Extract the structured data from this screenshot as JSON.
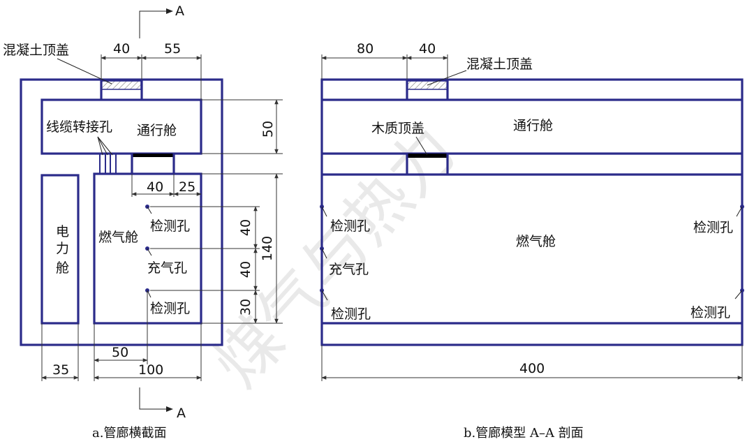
{
  "cross_section": {
    "section_mark": "A",
    "labels": {
      "concrete_cover": "混凝土顶盖",
      "cable_hole": "线缆转接孔",
      "passage_cabin": "通行舱",
      "power_cabin": "电力舱",
      "gas_cabin": "燃气舱",
      "detect_hole_1": "检测孔",
      "inflate_hole": "充气孔",
      "detect_hole_2": "检测孔"
    },
    "dims": {
      "top_40": "40",
      "top_55": "55",
      "right_50": "50",
      "mid_40": "40",
      "mid_25": "25",
      "v_40a": "40",
      "v_40b": "40",
      "v_30": "30",
      "v_140": "140",
      "b_50": "50",
      "b_35": "35",
      "b_100": "100"
    },
    "caption": "a.管廊横截面"
  },
  "section_aa": {
    "labels": {
      "concrete_cover": "混凝土顶盖",
      "passage_cabin": "通行舱",
      "wood_cover": "木质顶盖",
      "gas_cabin": "燃气舱",
      "detect_left_top": "检测孔",
      "inflate_left": "充气孔",
      "detect_left_bottom": "检测孔",
      "detect_right_top": "检测孔",
      "detect_right_bottom": "检测孔"
    },
    "dims": {
      "top_80": "80",
      "top_40": "40",
      "bottom_400": "400"
    },
    "caption": "b.管廊模型 A–A 剖面"
  },
  "watermark": "煤气与热力",
  "colors": {
    "wall": "#2b2b8a",
    "line": "#333333"
  }
}
